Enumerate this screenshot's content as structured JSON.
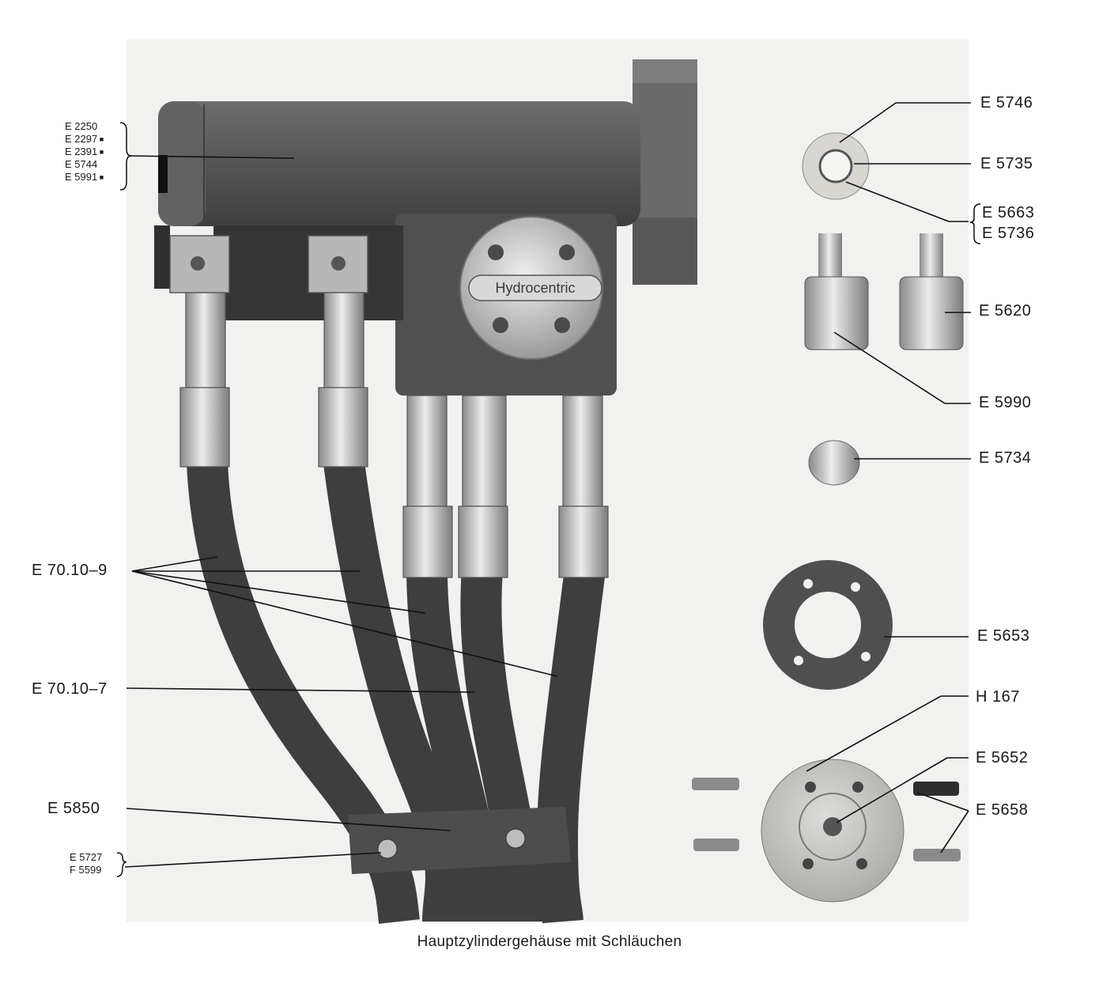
{
  "labels": {
    "housing_parts": [
      "E 2250",
      "E 2297",
      "E 2391",
      "E 5744",
      "E 5991"
    ],
    "housing_parts_marked": [
      false,
      true,
      true,
      false,
      true
    ],
    "hose_9": "E 70.10–9",
    "hose_7": "E 70.10–7",
    "clamp": "E 5850",
    "clamp_screw_a": "E 5727",
    "clamp_screw_b": "F 5599",
    "right": {
      "e5746": "E 5746",
      "e5735": "E 5735",
      "e5663": "E 5663",
      "e5736": "E 5736",
      "e5620": "E 5620",
      "e5990": "E 5990",
      "e5734": "E 5734",
      "e5653": "E 5653",
      "h167": "H 167",
      "e5652": "E 5652",
      "e5658": "E 5658"
    }
  },
  "brand_plate": "Hydrocentric",
  "caption": "Hauptzylindergehäuse mit Schläuchen",
  "colors": {
    "background": "#ffffff",
    "photo_background": "#f1f1ef",
    "housing": "#5a5a5a",
    "hose": "#3e3e3e",
    "metal": "#c9c9c9"
  }
}
